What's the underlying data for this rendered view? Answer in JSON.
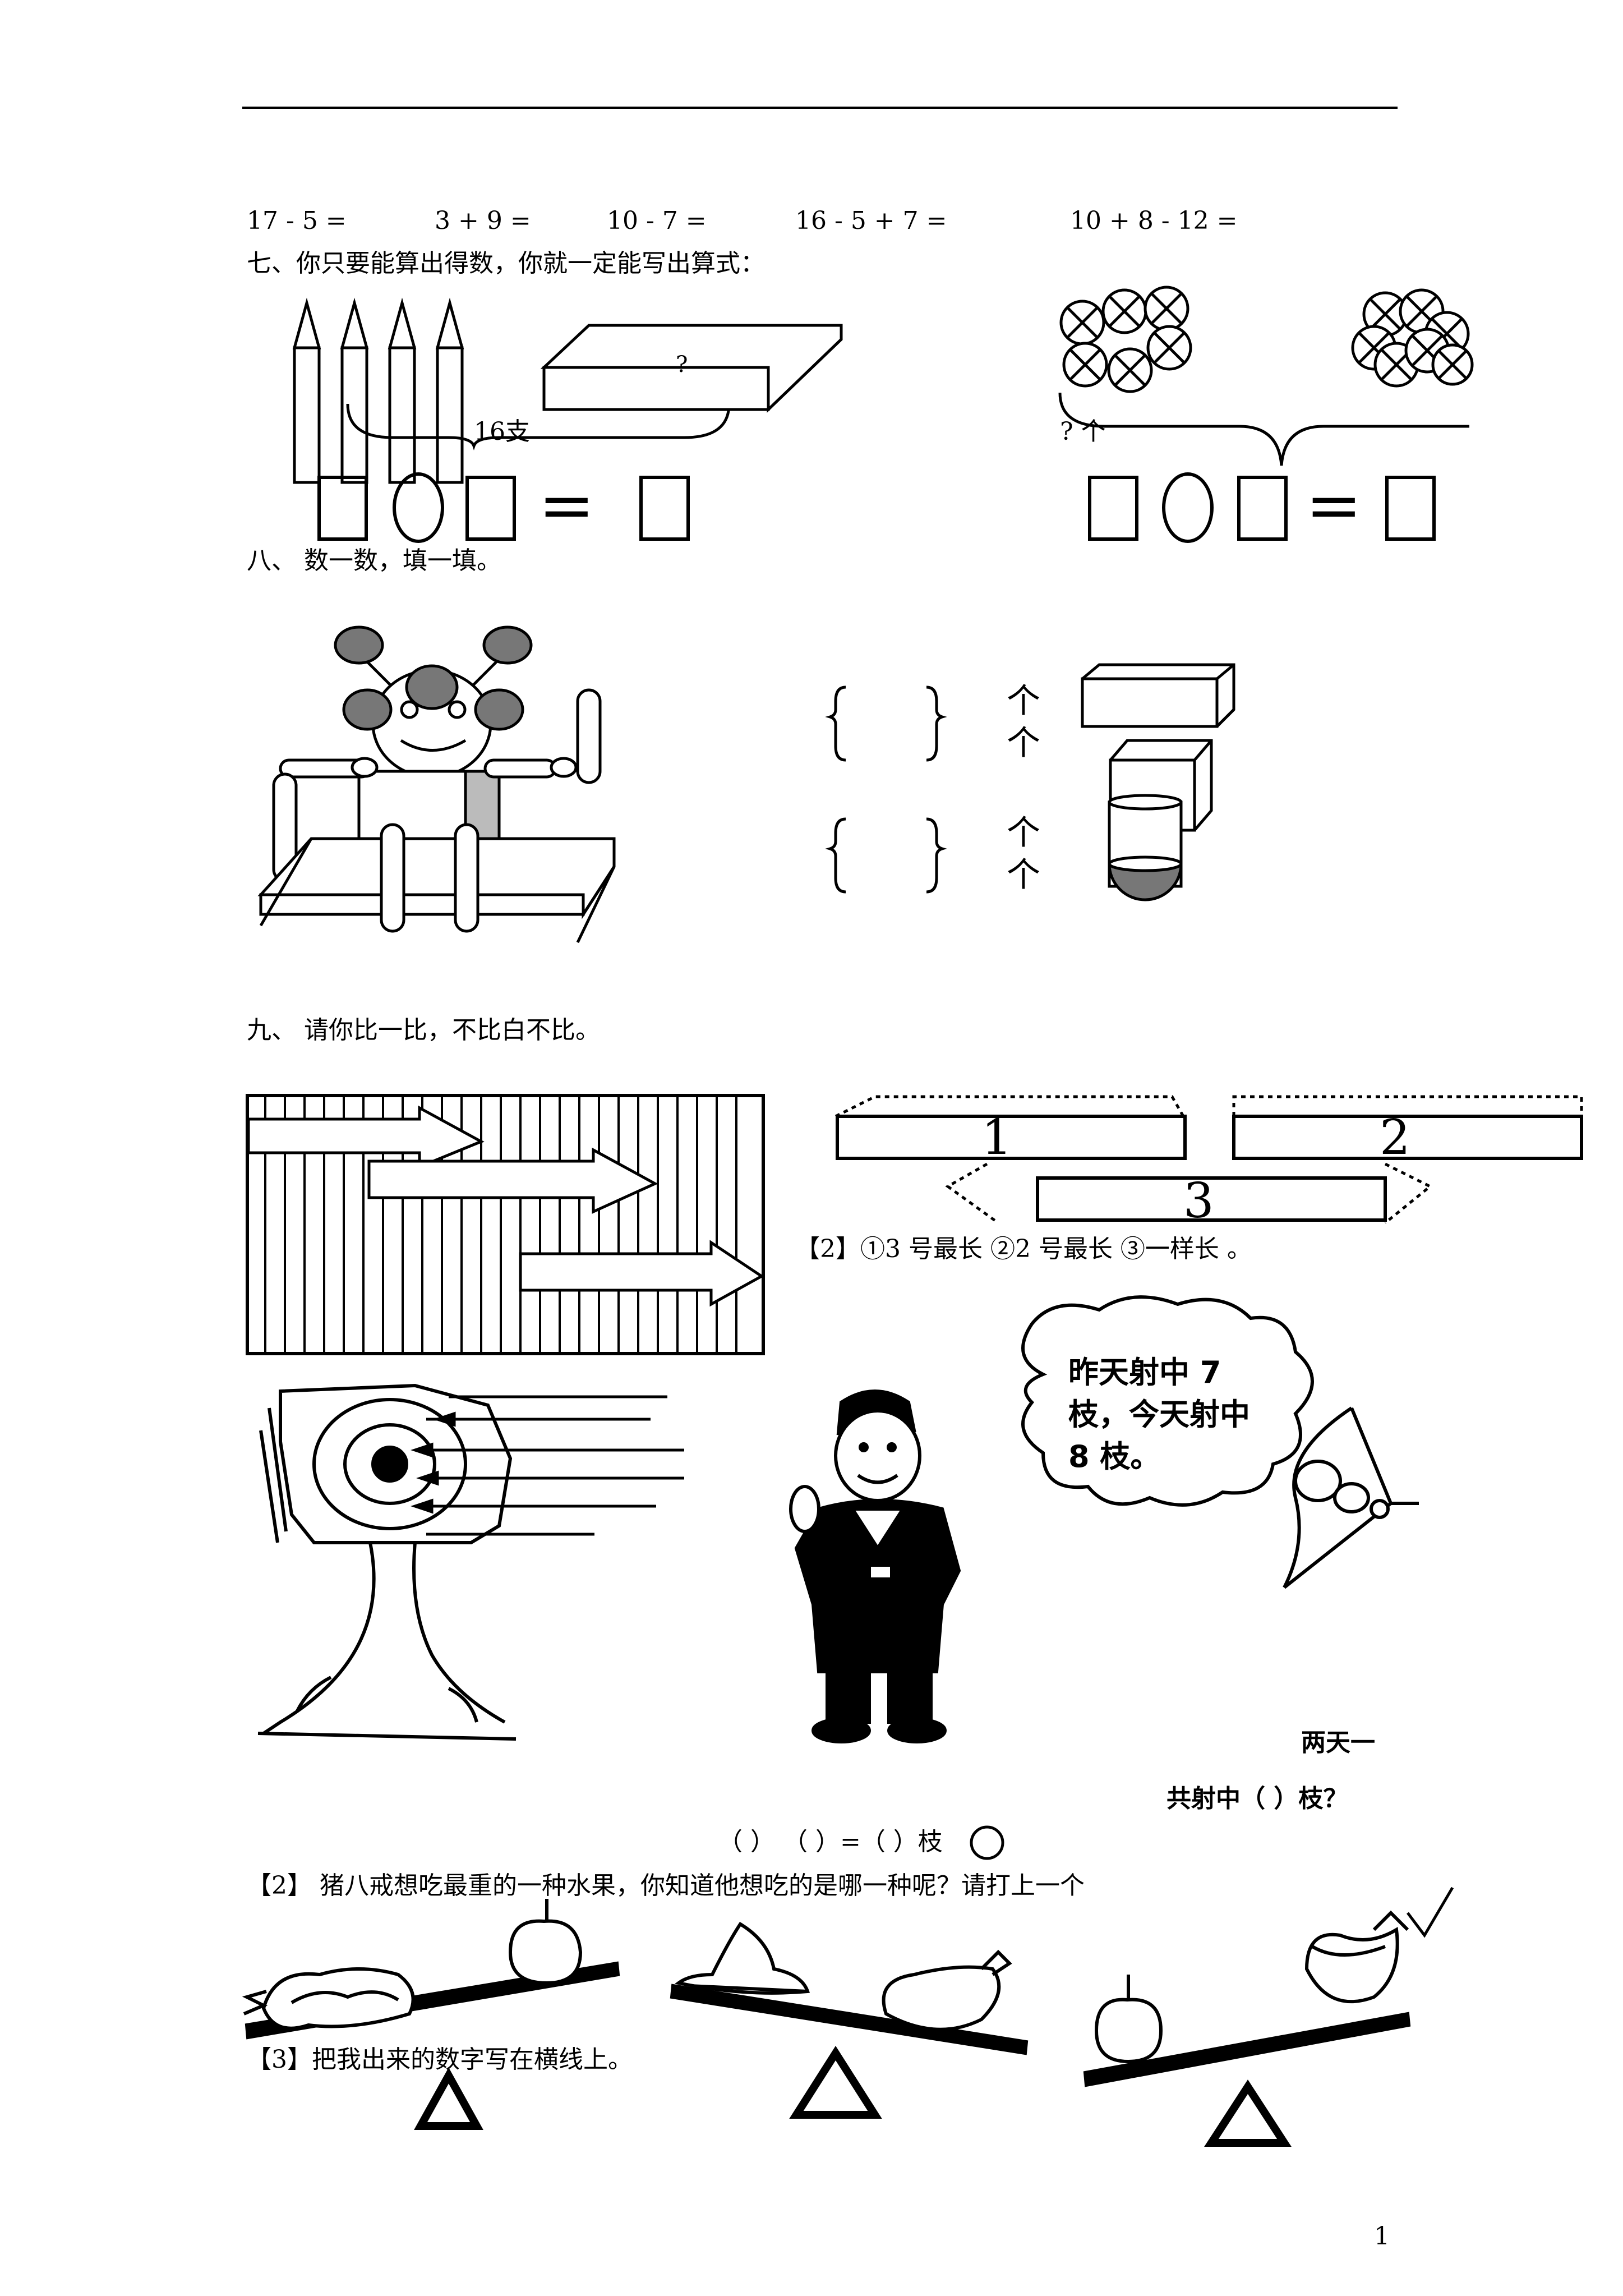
{
  "row_expressions": [
    "17  - 5 =",
    "3 + 9 =",
    "10  -  7 =",
    "16  -  5 + 7 =",
    "10 + 8  -  12 ="
  ],
  "section7": {
    "title": "七、你只要能算出得数，你就一定能写出算式：",
    "left_label": "16支",
    "box_mark": "?",
    "right_label": "? 个",
    "equals": "="
  },
  "section8": {
    "title": "八、 数一数，填一填。",
    "unit": "个"
  },
  "section9": {
    "title": "九、 请你比一比，不比白不比。",
    "bar_numbers": [
      "1",
      "2",
      "3"
    ],
    "q2_options": "【2】①3 号最长   ②2 号最长   ③一样长  。",
    "speech": [
      "昨天射中 7",
      "枝，今天射中",
      "8 枝。"
    ],
    "question_line1": "两天一",
    "question_line2": "共射中（      ）枝？",
    "blank_equation": "（     ）  （      ）=（       ）枝",
    "fruit_question": "【2】  猪八戒想吃最重的一种水果，你知道他想吃的是哪一种呢？请打上一个",
    "q3": "【3】把我出来的数字写在横线上。"
  },
  "page_number": "1"
}
